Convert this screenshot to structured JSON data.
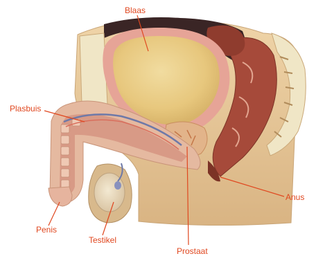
{
  "diagram": {
    "labels": {
      "blaas": "Blaas",
      "plasbuis": "Plasbuis",
      "anus": "Anus",
      "penis": "Penis",
      "testikel": "Testikel",
      "prostaat": "Prostaat"
    },
    "colors": {
      "label_text": "#e0471f",
      "leader_line": "#e0471f",
      "model_base": "#e6c596",
      "bladder_wall": "#e6a497",
      "bladder_inner": "#e7c77d",
      "bowel": "#a64a3a",
      "dark_cavity": "#3a2525",
      "urethra": "#6e79a8",
      "bone": "#f0e6c6",
      "tissue": "#d89a86"
    }
  }
}
